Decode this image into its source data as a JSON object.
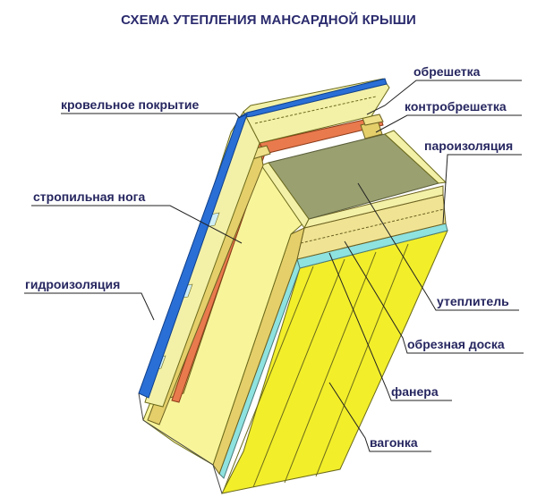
{
  "title": "СХЕМА УТЕПЛЕНИЯ МАНСАРДНОЙ КРЫШИ",
  "labels": {
    "roof_covering": "кровельное покрытие",
    "rafter": "стропильная нога",
    "waterproofing": "гидроизоляция",
    "batten": "обрешетка",
    "counter_batten": "контробрешетка",
    "vapor_barrier": "пароизоляция",
    "insulation": "утеплитель",
    "edged_board": "обрезная доска",
    "plywood": "фанера",
    "lining": "вагонка"
  },
  "colors": {
    "title": "#2b2b6e",
    "label": "#262660",
    "roofing": "#2a6fd6",
    "batten": "#f3f0a8",
    "counter_batten": "#e4cf6a",
    "waterproofing": "#e97a4e",
    "insulation": "#f8f49a",
    "insulation_top": "#9aa070",
    "vapor_barrier": "#8ee2e0",
    "board": "#f0e494",
    "lining": "#f2ee2a"
  }
}
